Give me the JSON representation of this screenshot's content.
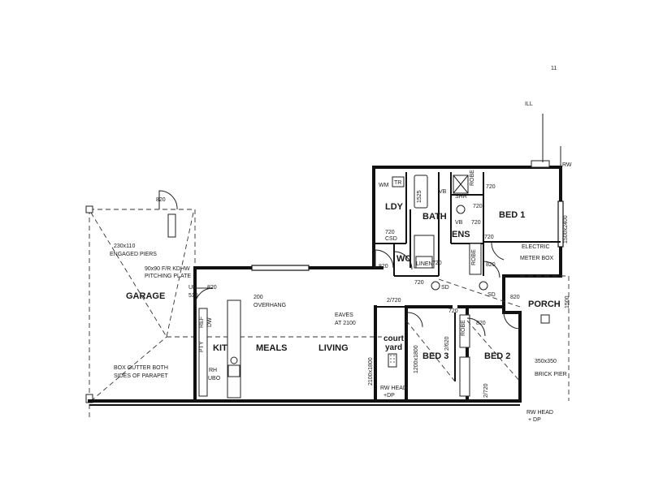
{
  "rooms": {
    "garage": "GARAGE",
    "kit": "KIT",
    "meals": "MEALS",
    "living": "LIVING",
    "bath": "BATH",
    "ldy": "LDY",
    "wc": "WC",
    "ens": "ENS",
    "bed1": "BED 1",
    "bed2": "BED 2",
    "bed3": "BED 3",
    "porch": "PORCH",
    "court_line1": "court",
    "court_line2": "yard"
  },
  "fixtures": {
    "tr": "TR",
    "wm": "WM",
    "vb": "VB",
    "vb2": "VB",
    "shr": "SHR",
    "linen": "LINEN",
    "robe1": "ROBE",
    "robe2": "ROBE",
    "robe3": "ROBE",
    "ref": "REF",
    "dw": "DW",
    "pty": "PTY",
    "rh": "RH",
    "ubo": "UBO",
    "sd1": "SD",
    "sd2": "SD",
    "csd": "CSD",
    "up": "UP"
  },
  "notes": {
    "piers_1": "230x110",
    "piers_2": "ENGAGED PIERS",
    "pitching_1": "90x90 F/R KDHW",
    "pitching_2": "PITCHING PLATE",
    "overhang_1": "200",
    "overhang_2": "OVERHANG",
    "eaves_1": "EAVES",
    "eaves_2": "AT 2100",
    "gutter_1": "BOX GUTTER BOTH",
    "gutter_2": "SIDES OF PARAPET",
    "meter_1": "ELECTRIC",
    "meter_2": "METER BOX",
    "pier_1": "350x350",
    "pier_2": "BRICK PIER",
    "rw_head_1": "RW HEAD",
    "rw_head_2": "+DP",
    "rw_head_3": "RW HEAD",
    "rw_head_4": "+ DP",
    "rw": "RW",
    "ill": "ILL"
  },
  "dims": {
    "d_820_garage": "820",
    "d_820_laundry": "820",
    "d_820_kitchen": "820",
    "d_820_bed1": "820",
    "d_820_bed2": "820",
    "d_820_porch": "820",
    "d_720_robe_top": "720",
    "d_720_ens_top": "720",
    "d_720_ens_side": "720",
    "d_720_linen": "720",
    "d_720_csd": "720",
    "d_720_wc": "720",
    "d_720_ens_bot": "720",
    "d_720_robe_low": "720",
    "d_1525": "1525",
    "d_510": "510",
    "d_2x720_a": "2/720",
    "d_2x720_b": "2/720",
    "d_2x620": "2/620",
    "d_2100x1800": "2100x1800",
    "d_1200x1800": "1200x1800",
    "d_1500x2400": "1500x2400",
    "d_1500": "1500",
    "d_11": "11"
  }
}
